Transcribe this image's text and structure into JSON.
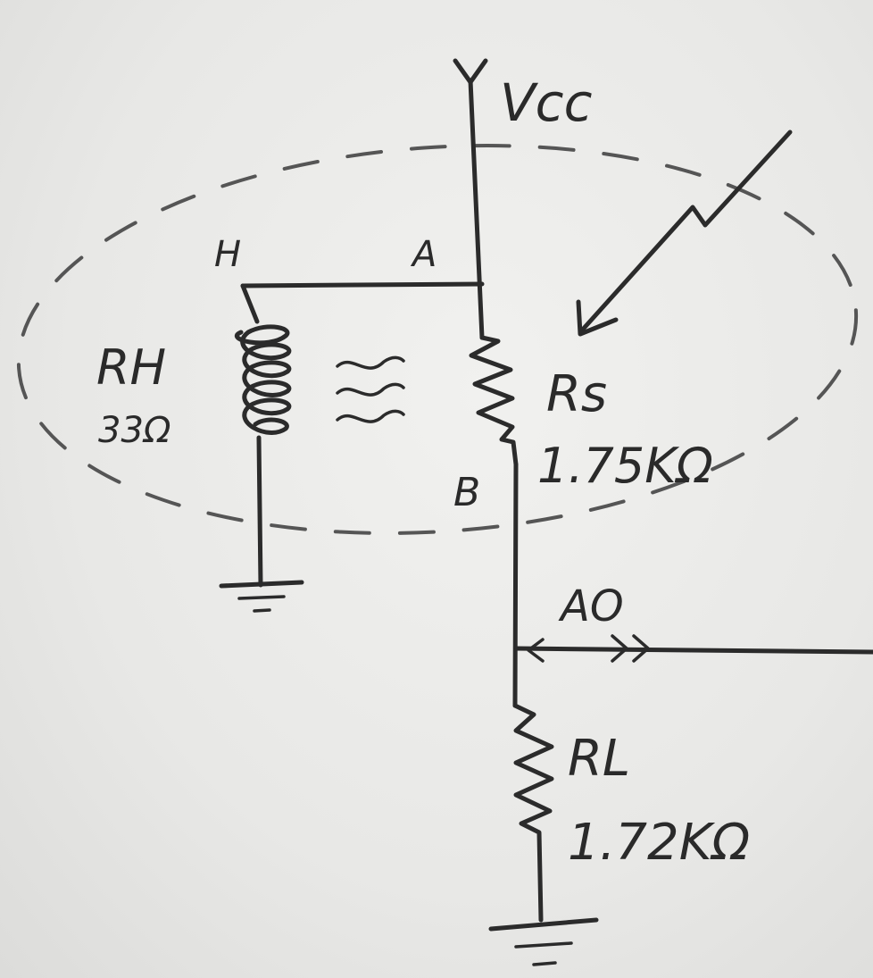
{
  "labels": {
    "supply": "Vcc",
    "node_h": "H",
    "node_a": "A",
    "node_b": "B",
    "heater_name": "RH",
    "heater_value": "33Ω",
    "sensor_name": "Rs",
    "sensor_value": "1.75KΩ",
    "output": "AO",
    "load_name": "RL",
    "load_value": "1.72KΩ"
  }
}
